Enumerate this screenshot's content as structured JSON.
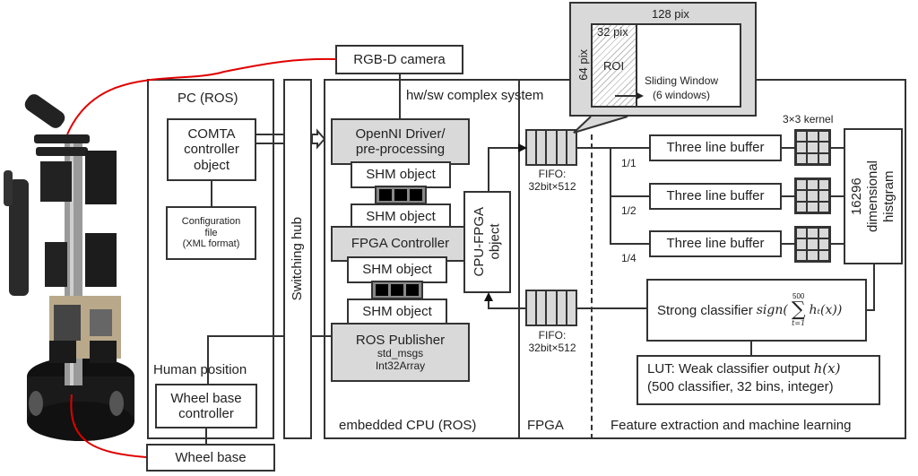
{
  "robot_photo": {
    "label": "Mobile robot photo"
  },
  "pc": {
    "title": "PC (ROS)",
    "comta": "COMTA controller object",
    "config_line1": "Configuration",
    "config_line2": "file",
    "config_line3": "(XML format)",
    "human_position": "Human position",
    "wheel_controller_line1": "Wheel base",
    "wheel_controller_line2": "controller"
  },
  "wheel_base": "Wheel base",
  "switching_hub": "Switching hub",
  "camera": "RGB-D camera",
  "hwsw": {
    "title": "hw/sw complex system",
    "openni_line1": "OpenNI Driver/",
    "openni_line2": "pre-processing",
    "shm": "SHM object",
    "fpga_controller": "FPGA Controller",
    "cpu_fpga_line1": "CPU-FPGA",
    "cpu_fpga_line2": "object",
    "ros_publisher": "ROS Publisher",
    "ros_msg1": "std_msgs",
    "ros_msg2": "Int32Array",
    "embedded_label": "embedded CPU (ROS)",
    "fpga_label": "FPGA",
    "fifo_line1": "FIFO:",
    "fifo_line2": "32bit×512",
    "feature_label": "Feature extraction and machine learning"
  },
  "callout": {
    "width_label": "128 pix",
    "roi_width_label": "32 pix",
    "height_label": "64 pix",
    "roi": "ROI",
    "sliding_line1": "Sliding Window",
    "sliding_line2": "(6 windows)"
  },
  "pipeline": {
    "kernel_label": "3×3 kernel",
    "line_buffer": "Three line buffer",
    "scales": [
      "1/1",
      "1/2",
      "1/4"
    ],
    "histogram_line1": "16296",
    "histogram_line2": "dimensional",
    "histogram_line3": "histgram",
    "strong_label": "Strong classifier",
    "strong_formula_pre": "sign(",
    "strong_sum_top": "500",
    "strong_sum_bottom": "t=1",
    "strong_formula_post": "hₜ(x))",
    "lut_line1": "LUT: Weak classifier output",
    "lut_formula": "h(x)",
    "lut_line2": "(500 classifier, 32 bins, integer)"
  },
  "colors": {
    "link_red": "#e00000",
    "fill_gray": "#d9d9d9",
    "stroke": "#333333"
  }
}
